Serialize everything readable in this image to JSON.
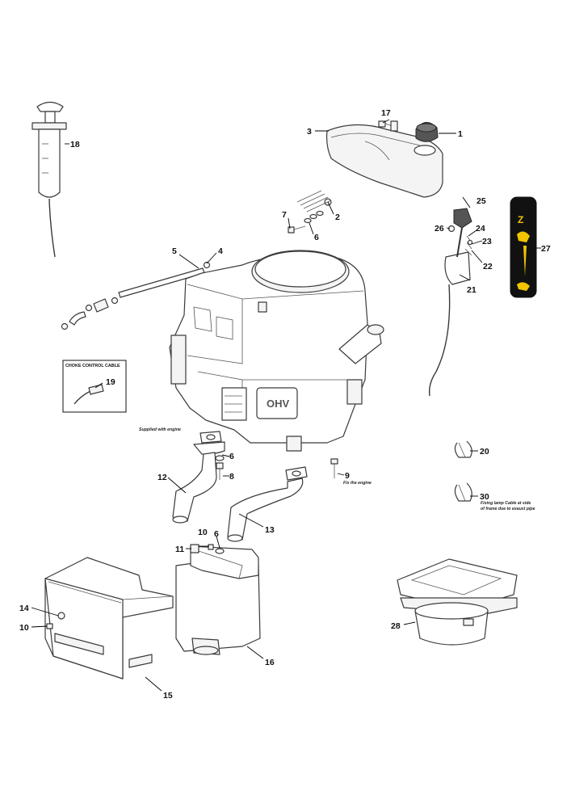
{
  "notes": {
    "supplied_with_engine": "Supplied with engine",
    "fix_the_engine": "Fix the engine",
    "fixing_lamp_line1": "Fixing lamp Cable at side",
    "fixing_lamp_line2": "of frame due to exaust pipe"
  },
  "inset": {
    "title": "CHOKE CONTROL CABLE"
  },
  "engine_label": "OHV",
  "decal": {
    "letter": "Z"
  },
  "callouts": {
    "p1": "1",
    "p2": "2",
    "p3": "3",
    "p4": "4",
    "p5": "5",
    "p6a": "6",
    "p6b": "6",
    "p6c": "6",
    "p7": "7",
    "p8": "8",
    "p9": "9",
    "p10a": "10",
    "p10b": "10",
    "p11": "11",
    "p12": "12",
    "p13": "13",
    "p14": "14",
    "p15": "15",
    "p16": "16",
    "p17": "17",
    "p18": "18",
    "p19": "19",
    "p20": "20",
    "p21": "21",
    "p22": "22",
    "p23": "23",
    "p24": "24",
    "p25": "25",
    "p26": "26",
    "p27": "27",
    "p28": "28",
    "p30": "30"
  },
  "colors": {
    "decal_background": "#111111",
    "decal_accent": "#f2c400",
    "line": "#3a3a3a"
  }
}
